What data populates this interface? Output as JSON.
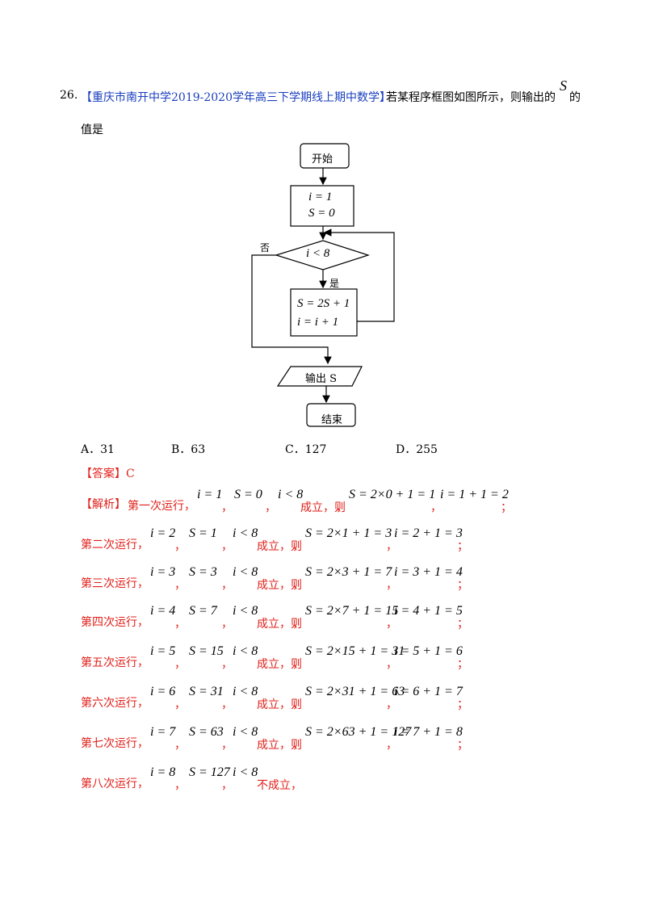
{
  "question": {
    "number": "26.",
    "source": "【重庆市南开中学2019-2020学年高三下学期线上期中数学】",
    "text": "若某程序框图如图所示，则输出的",
    "var": "S",
    "text_end": "的",
    "line2": "值是"
  },
  "flowchart": {
    "start": "开始",
    "init1": "i = 1",
    "init2": "S = 0",
    "cond": "i < 8",
    "no": "否",
    "yes": "是",
    "body1": "S = 2S + 1",
    "body2": "i = i + 1",
    "output": "输出 S",
    "end": "结束"
  },
  "options": [
    {
      "label": "A．31"
    },
    {
      "label": "B．63"
    },
    {
      "label": "C．127"
    },
    {
      "label": "D．255"
    }
  ],
  "answer": "【答案】C",
  "analysis_label": "【解析】",
  "rows": [
    {
      "prefix": "第一次运行，",
      "i": "i = 1",
      "s": "S = 0",
      "cond": "i < 8",
      "status": "成立，则",
      "s_calc": "S = 2×0 + 1 = 1",
      "i_calc": "i = 1 + 1 = 2",
      "end": "；"
    },
    {
      "prefix": "第二次运行，",
      "i": "i = 2",
      "s": "S = 1",
      "cond": "i < 8",
      "status": "成立，则",
      "s_calc": "S = 2×1 + 1 = 3",
      "i_calc": "i = 2 + 1 = 3",
      "end": "；"
    },
    {
      "prefix": "第三次运行，",
      "i": "i = 3",
      "s": "S = 3",
      "cond": "i < 8",
      "status": "成立，则",
      "s_calc": "S = 2×3 + 1 = 7",
      "i_calc": "i = 3 + 1 = 4",
      "end": "；"
    },
    {
      "prefix": "第四次运行，",
      "i": "i = 4",
      "s": "S = 7",
      "cond": "i < 8",
      "status": "成立，则",
      "s_calc": "S = 2×7 + 1 = 15",
      "i_calc": "i = 4 + 1 = 5",
      "end": "；"
    },
    {
      "prefix": "第五次运行，",
      "i": "i = 5",
      "s": "S = 15",
      "cond": "i < 8",
      "status": "成立，则",
      "s_calc": "S = 2×15 + 1 = 31",
      "i_calc": "i = 5 + 1 = 6",
      "end": "；"
    },
    {
      "prefix": "第六次运行，",
      "i": "i = 6",
      "s": "S = 31",
      "cond": "i < 8",
      "status": "成立，则",
      "s_calc": "S = 2×31 + 1 = 63",
      "i_calc": "i = 6 + 1 = 7",
      "end": "；"
    },
    {
      "prefix": "第七次运行，",
      "i": "i = 7",
      "s": "S = 63",
      "cond": "i < 8",
      "status": "成立，则",
      "s_calc": "S = 2×63 + 1 = 127",
      "i_calc": "i = 7 + 1 = 8",
      "end": "；"
    },
    {
      "prefix": "第八次运行，",
      "i": "i = 8",
      "s": "S = 127",
      "cond": "i < 8",
      "status": "不成立，",
      "s_calc": "",
      "i_calc": "",
      "end": ""
    }
  ]
}
